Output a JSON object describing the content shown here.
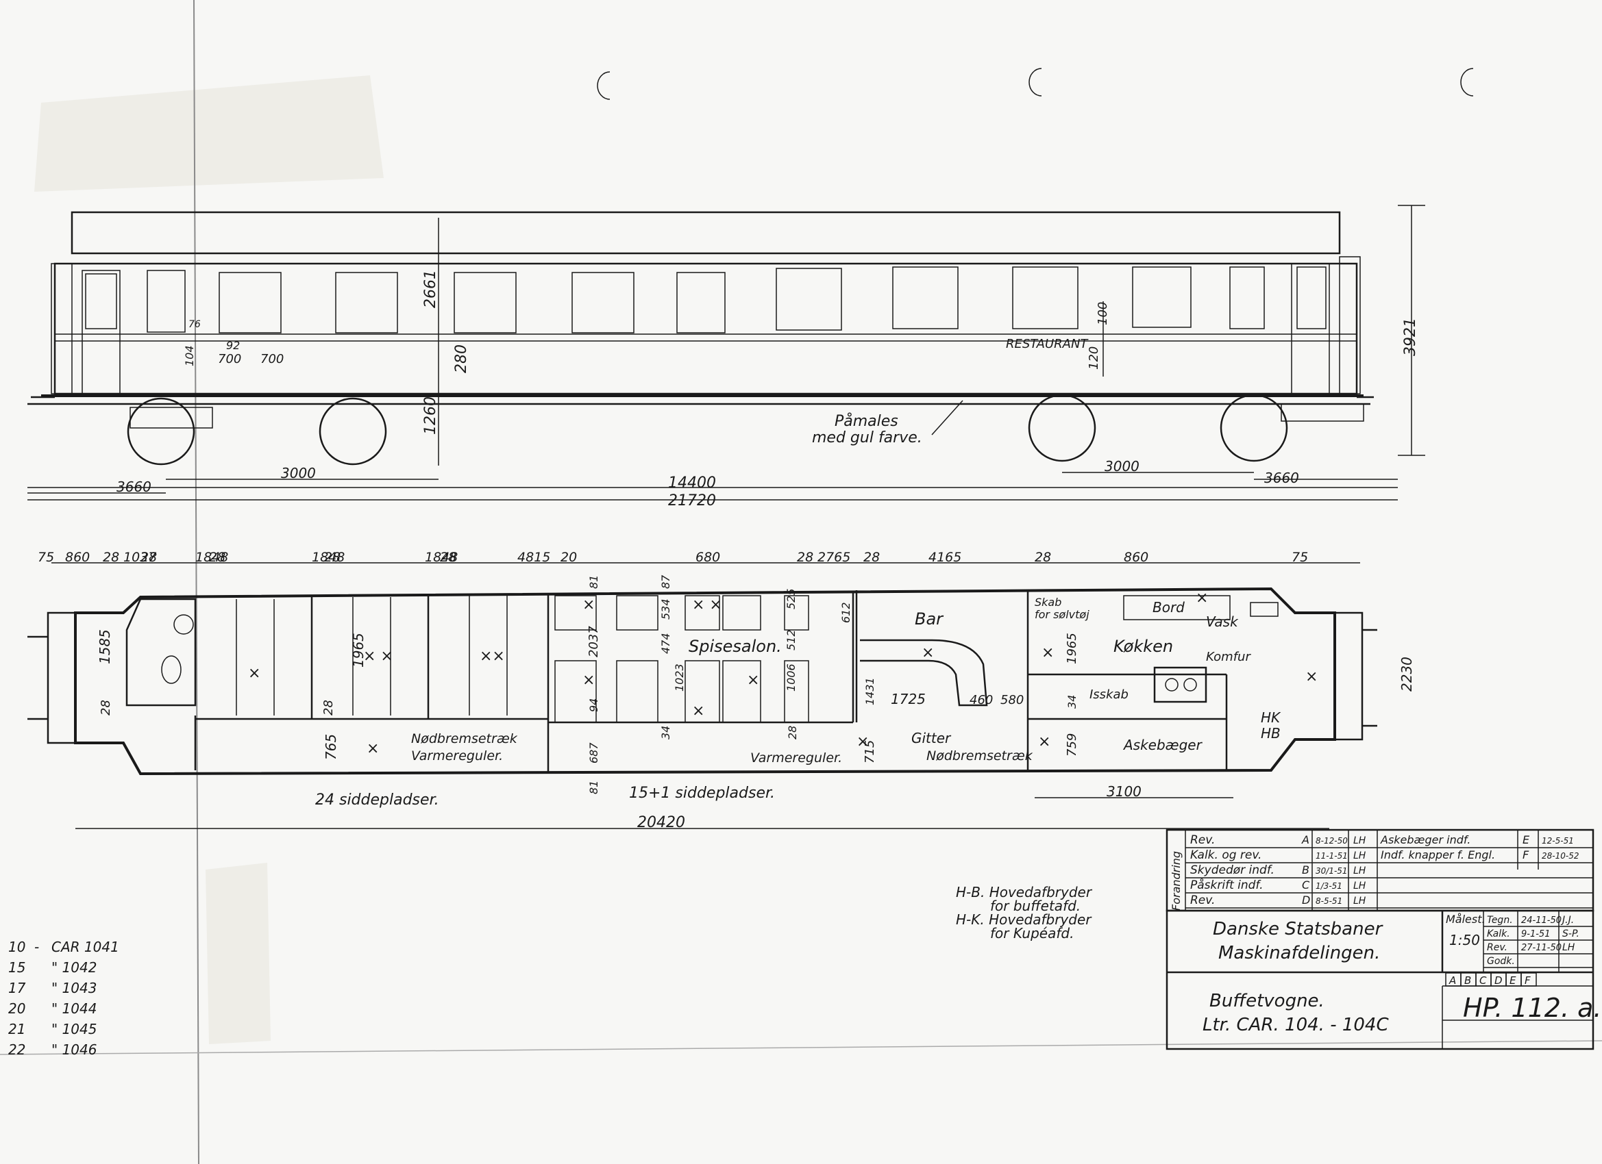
{
  "side_view": {
    "dims": {
      "d2661": "2661",
      "d280": "280",
      "d1260": "1260",
      "d3921": "3921",
      "d100": "100",
      "d120": "120",
      "d104": "104",
      "d92": "92",
      "d76": "76",
      "d700a": "700",
      "d700b": "700",
      "d3660a": "3660",
      "d3000a": "3000",
      "d14400": "14400",
      "d21720": "21720",
      "d3000b": "3000",
      "d3660b": "3660"
    },
    "restaurant_label": "RESTAURANT",
    "paint_note_line1": "Påmales",
    "paint_note_line2": "med gul farve."
  },
  "plan_view": {
    "top_dims": [
      "75",
      "860",
      "28",
      "1037",
      "28",
      "1848",
      "28",
      "1848",
      "28",
      "1848",
      "28",
      "4815",
      "20",
      "680",
      "28",
      "2765",
      "28",
      "4165",
      "28",
      "860",
      "75"
    ],
    "inner_dims": {
      "d1585": "1585",
      "d28a": "28",
      "d1965a": "1965",
      "d28b": "28",
      "d765": "765",
      "d81a": "81",
      "d87": "87",
      "d2037": "2037",
      "d474": "474",
      "d534": "534",
      "d1023": "1023",
      "d1006": "1006",
      "d512": "512",
      "d525": "525",
      "d94": "94",
      "d34a": "34",
      "d687": "687",
      "d81b": "81",
      "d28c": "28",
      "d612": "612",
      "d143": "1431",
      "d1725": "1725",
      "d460": "460",
      "d580": "580",
      "d715": "715",
      "d1965b": "1965",
      "d34b": "34",
      "d759": "759",
      "d2230": "2230",
      "d3100": "3100",
      "d20420": "20420"
    },
    "labels": {
      "spisesalon": "Spisesalon.",
      "bar": "Bar",
      "kokken": "Køkken",
      "skab_line1": "Skab",
      "skab_line2": "for sølvtøj",
      "bord": "Bord",
      "vask": "Vask",
      "komfur": "Komfur",
      "isskab": "Isskab",
      "askebaeger": "Askebæger",
      "hk": "HK",
      "hb": "HB",
      "gitter": "Gitter",
      "nodbremsetraek_a": "Nødbremsetræk",
      "varmereguler_a": "Varmereguler.",
      "varmereguler_b": "Varmereguler.",
      "nodbremsetraek_b": "Nødbremsetræk",
      "seats_a": "24 siddepladser.",
      "seats_b": "15+1 siddepladser."
    }
  },
  "legend": {
    "hb_line1": "H-B. Hovedafbryder",
    "hb_line2": "for buffetafd.",
    "hk_line1": "H-K. Hovedafbryder",
    "hk_line2": "for Kupéafd."
  },
  "car_list": [
    {
      "num": "10",
      "sep": "-",
      "name": "CAR 1041"
    },
    {
      "num": "15",
      "sep": "",
      "name": "\" 1042"
    },
    {
      "num": "17",
      "sep": "",
      "name": "\" 1043"
    },
    {
      "num": "20",
      "sep": "",
      "name": "\" 1044"
    },
    {
      "num": "21",
      "sep": "",
      "name": "\" 1045"
    },
    {
      "num": "22",
      "sep": "",
      "name": "\" 1046"
    }
  ],
  "revisions": {
    "side_label": "Forandring",
    "left_rows": [
      {
        "text": "Rev.",
        "letter": "A",
        "date": "8-12-50",
        "sign": "LH"
      },
      {
        "text": "Kalk. og rev.",
        "letter": "",
        "date": "11-1-51",
        "sign": "LH"
      },
      {
        "text": "Skydedør indf.",
        "letter": "B",
        "date": "30/1-51",
        "sign": "LH"
      },
      {
        "text": "Påskrift indf.",
        "letter": "C",
        "date": "1/3-51",
        "sign": "LH"
      },
      {
        "text": "Rev.",
        "letter": "D",
        "date": "8-5-51",
        "sign": "LH"
      }
    ],
    "right_rows": [
      {
        "text": "Askebæger indf.",
        "letter": "E",
        "date": "12-5-51"
      },
      {
        "text": "Indf. knapper f. Engl.",
        "letter": "F",
        "date": "28-10-52"
      }
    ]
  },
  "title_block": {
    "org_line1": "Danske Statsbaner",
    "org_line2": "Maskinafdelingen.",
    "scale_label": "Målest.",
    "scale_value": "1:50",
    "sign_rows": [
      {
        "role": "Tegn.",
        "date": "24-11-50",
        "init": "J.J."
      },
      {
        "role": "Kalk.",
        "date": "9-1-51",
        "init": "S-P."
      },
      {
        "role": "Rev.",
        "date": "27-11-50",
        "init": "LH"
      },
      {
        "role": "Godk.",
        "date": "",
        "init": ""
      }
    ],
    "rev_letters": [
      "A",
      "B",
      "C",
      "D",
      "E",
      "F"
    ],
    "title_line1": "Buffetvogne.",
    "title_line2": "Ltr. CAR. 104. - 104C",
    "drawing_number": "HP. 112. a."
  }
}
